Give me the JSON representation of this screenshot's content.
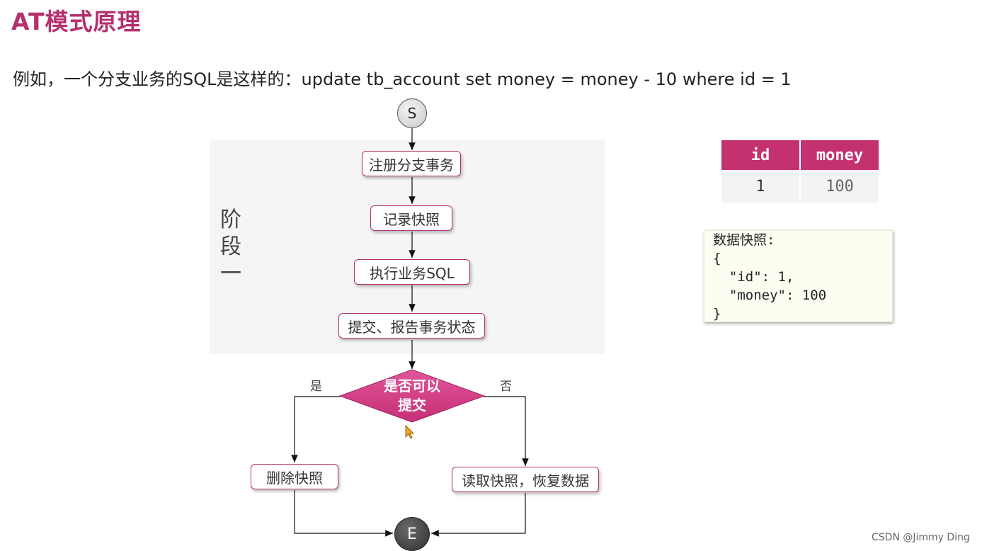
{
  "title": "AT模式原理",
  "description": "例如，一个分支业务的SQL是这样的：update tb_account set money = money - 10 where id = 1",
  "phase_label": [
    "阶",
    "段",
    "一"
  ],
  "flow": {
    "start": "S",
    "end": "E",
    "steps": [
      "注册分支事务",
      "记录快照",
      "执行业务SQL",
      "提交、报告事务状态"
    ],
    "decision": [
      "是否可以",
      "提交"
    ],
    "yes_label": "是",
    "no_label": "否",
    "yes_action": "删除快照",
    "no_action": "读取快照，恢复数据"
  },
  "table": {
    "headers": [
      "id",
      "money"
    ],
    "rows": [
      [
        "1",
        "100"
      ]
    ]
  },
  "snapshot": {
    "lines": [
      "数据快照:",
      "{",
      "  \"id\": 1,",
      "  \"money\": 100",
      "}"
    ]
  },
  "colors": {
    "accent": "#b5306f",
    "header": "#c4316f"
  },
  "watermark": "CSDN @Jimmy Ding"
}
